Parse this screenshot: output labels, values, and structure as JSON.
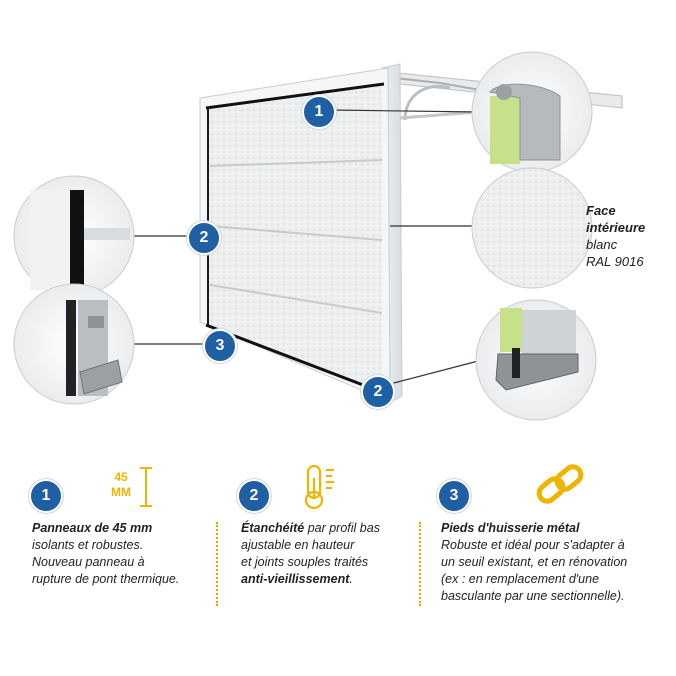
{
  "face_label": {
    "line1": "Face",
    "line2": "intérieure",
    "line3": "blanc",
    "line4": "RAL 9016"
  },
  "callout_badges": [
    "1",
    "2",
    "3",
    "2"
  ],
  "features": [
    {
      "badge": "1",
      "icon": "thickness-45mm-icon",
      "icon_value": "45",
      "icon_unit": "MM",
      "title": "Panneaux de 45 mm",
      "lines": [
        "isolants et robustes.",
        "Nouveau panneau à",
        "rupture de pont thermique."
      ]
    },
    {
      "badge": "2",
      "icon": "thermometer-icon",
      "title": "Étanchéité",
      "title_rest": " par profil bas",
      "lines": [
        "ajustable en hauteur",
        "et joints souples traités"
      ],
      "bold_line": "anti-vieillissement",
      "bold_line_end": "."
    },
    {
      "badge": "3",
      "icon": "chain-link-icon",
      "title": "Pieds d'huisserie métal",
      "lines": [
        "Robuste et idéal pour s'adapter à",
        "un seuil existant, et en rénovation",
        "(ex : en remplacement d'une",
        "basculante par une sectionnelle)."
      ]
    }
  ],
  "colors": {
    "accent": "#1f5fa3",
    "icon_yellow": "#f0b400",
    "insulation_green": "#c7e08a"
  }
}
